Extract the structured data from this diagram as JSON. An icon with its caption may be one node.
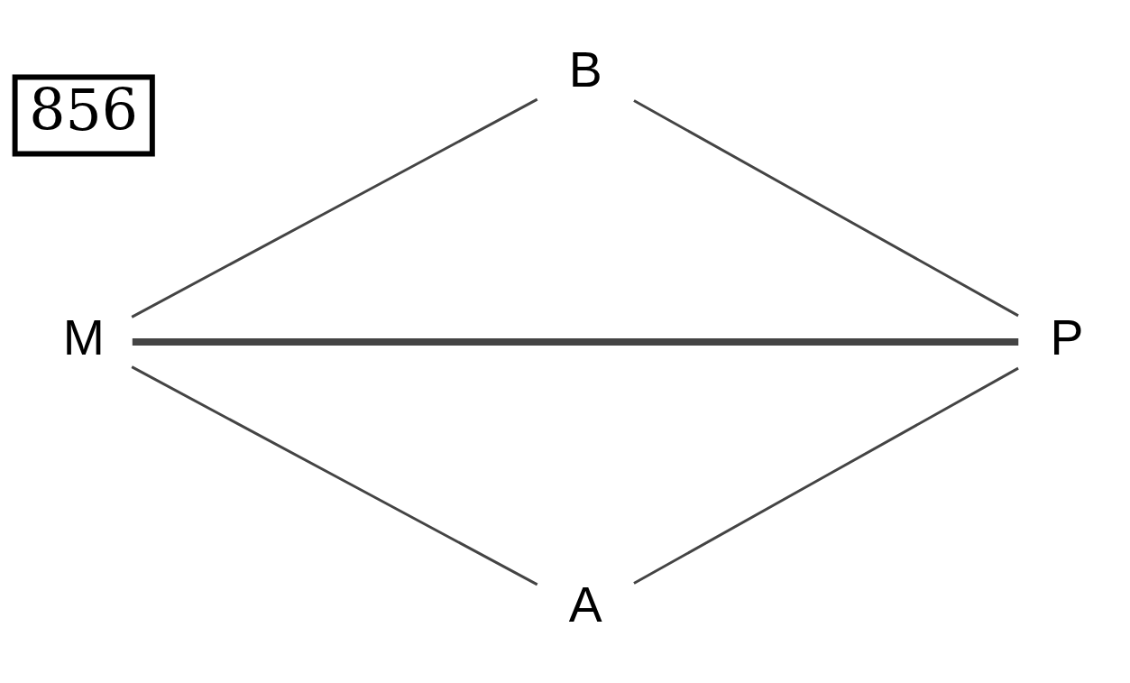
{
  "diagram": {
    "nodes": [
      {
        "text": [
          "B"
        ]
      },
      {
        "text": [
          "M"
        ]
      },
      {
        "text": [
          "P"
        ]
      },
      {
        "text": [
          "A"
        ]
      }
    ],
    "edges": [
      {
        "from": 1,
        "to": 0,
        "arrow": "none"
      },
      {
        "from": 0,
        "to": 2,
        "arrow": "none"
      },
      {
        "from": 2,
        "to": 3,
        "arrow": "none"
      },
      {
        "from": 3,
        "to": 1,
        "arrow": "none"
      },
      {
        "from": 1,
        "to": 2,
        "arrow": "none",
        "style": "thick"
      }
    ],
    "labels": [
      "856"
    ]
  }
}
